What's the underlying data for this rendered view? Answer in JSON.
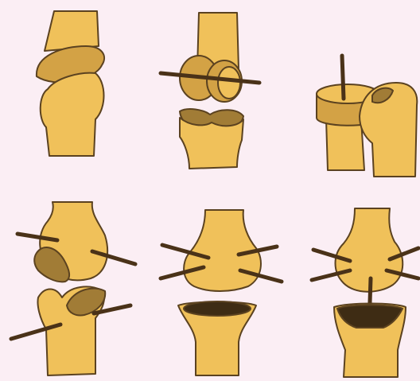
{
  "figure": {
    "panels": [
      {
        "id": "hinge",
        "row": 1,
        "col": 1
      },
      {
        "id": "pivot-axis-between-condyles",
        "row": 1,
        "col": 2
      },
      {
        "id": "pivot-vertical",
        "row": 1,
        "col": 3
      },
      {
        "id": "saddle",
        "row": 2,
        "col": 1
      },
      {
        "id": "ellipsoid",
        "row": 2,
        "col": 2
      },
      {
        "id": "ball-and-socket",
        "row": 2,
        "col": 3
      }
    ]
  },
  "colors": {
    "background": "#fbeef4",
    "bone_fill": "#f0c15a",
    "bone_shade": "#d3a245",
    "surface_dark": "#a17c36",
    "cavity_dark": "#3e2c14",
    "outline": "#5b4220",
    "axis_rod": "#4a3218"
  }
}
